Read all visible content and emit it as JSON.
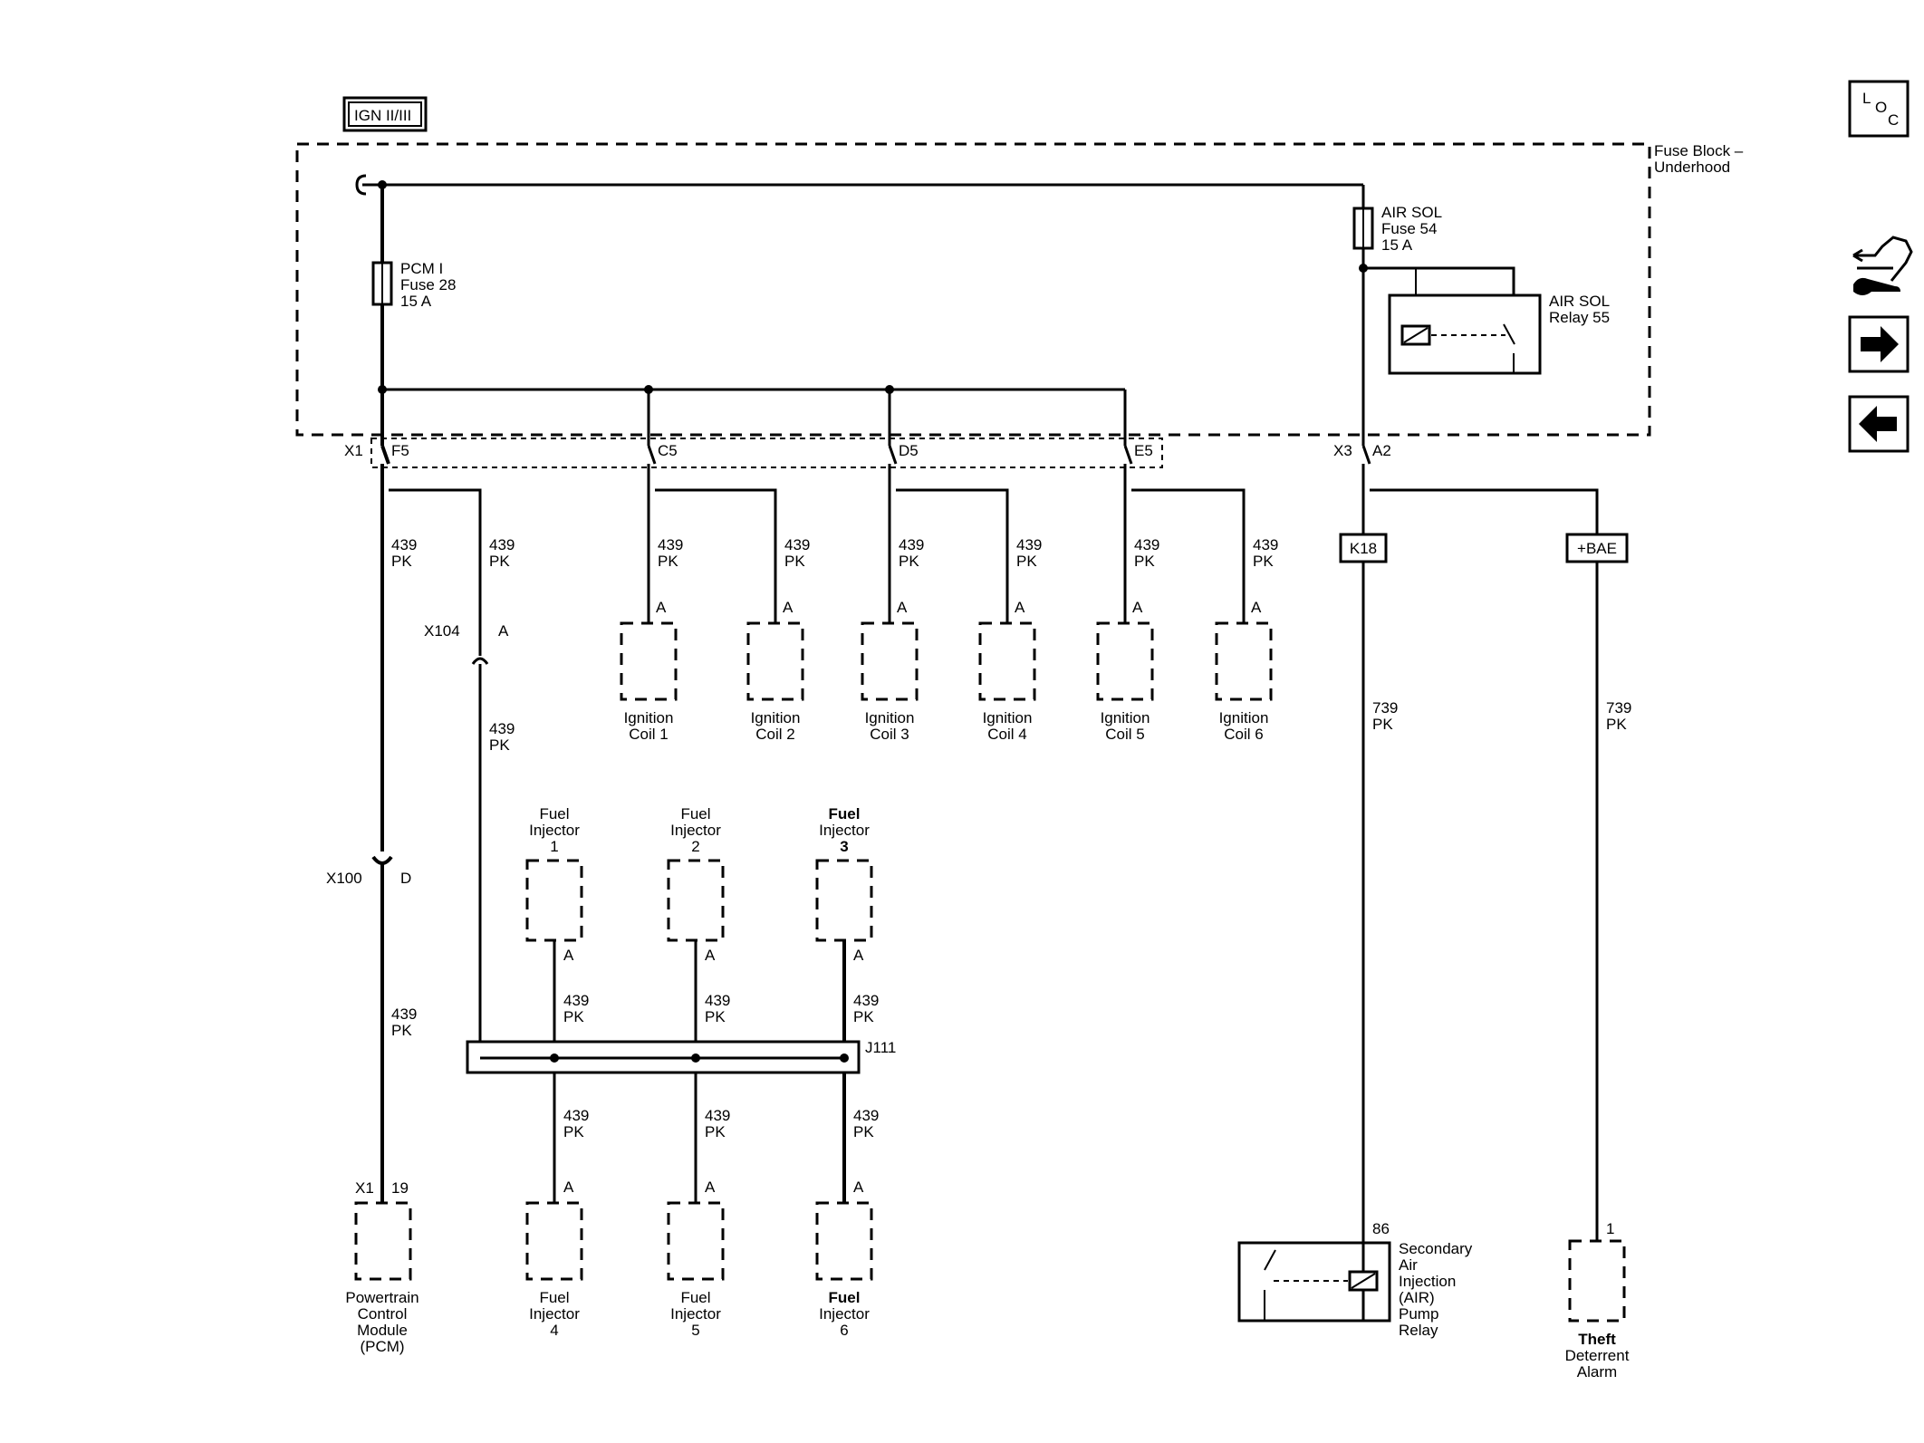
{
  "header": {
    "power_label": "IGN II/III"
  },
  "fuse_block": {
    "label_line1": "Fuse Block –",
    "label_line2": "Underhood"
  },
  "fuses": {
    "pcm": {
      "name": "PCM I",
      "number": "Fuse 28",
      "rating": "15 A"
    },
    "air_sol": {
      "name": "AIR SOL",
      "number": "Fuse 54",
      "rating": "15 A"
    }
  },
  "relays": {
    "air_sol": {
      "line1": "AIR SOL",
      "line2": "Relay 55"
    },
    "pump": {
      "pin": "86",
      "lines": [
        "Secondary",
        "Air",
        "Injection",
        "(AIR)",
        "Pump",
        "Relay"
      ]
    }
  },
  "connectors": {
    "x1": "X1",
    "x3": "X3",
    "x104": "X104",
    "x100": "X100",
    "x1_pcm": "X1",
    "pins": {
      "f5": "F5",
      "c5": "C5",
      "d5": "D5",
      "e5": "E5",
      "a2": "A2",
      "x104_pin": "A",
      "x100_pin": "D",
      "pcm_pin": "19",
      "theft_pin": "1",
      "a": "A"
    }
  },
  "splice": {
    "name": "J111"
  },
  "options": {
    "k18": "K18",
    "bae": "+BAE"
  },
  "wires": {
    "circuit_439": "439",
    "circuit_739": "739",
    "color_pk": "PK"
  },
  "components": {
    "ignition_coils": [
      {
        "line1": "Ignition",
        "line2": "Coil 1"
      },
      {
        "line1": "Ignition",
        "line2": "Coil 2"
      },
      {
        "line1": "Ignition",
        "line2": "Coil 3"
      },
      {
        "line1": "Ignition",
        "line2": "Coil 4"
      },
      {
        "line1": "Ignition",
        "line2": "Coil 5"
      },
      {
        "line1": "Ignition",
        "line2": "Coil 6"
      }
    ],
    "injectors_top": [
      {
        "line1": "Fuel",
        "line2": "Injector",
        "line3": "1"
      },
      {
        "line1": "Fuel",
        "line2": "Injector",
        "line3": "2"
      },
      {
        "line1": "Fuel",
        "line2": "Injector",
        "line3": "3"
      }
    ],
    "injectors_bottom": [
      {
        "line1": "Fuel",
        "line2": "Injector",
        "line3": "4"
      },
      {
        "line1": "Fuel",
        "line2": "Injector",
        "line3": "5"
      },
      {
        "line1": "Fuel",
        "line2": "Injector",
        "line3": "6"
      }
    ],
    "pcm": {
      "lines": [
        "Powertrain",
        "Control",
        "Module",
        "(PCM)"
      ]
    },
    "theft": {
      "lines": [
        "Theft",
        "Deterrent",
        "Alarm"
      ]
    }
  },
  "nav": {
    "loc_l": "L",
    "loc_o": "O",
    "loc_c": "C"
  }
}
